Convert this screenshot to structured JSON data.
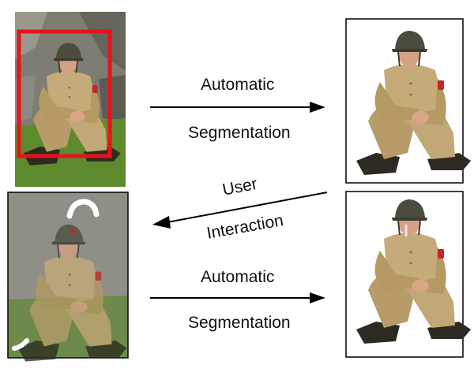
{
  "diagram": {
    "step1_label_top": "Automatic",
    "step1_label_bottom": "Segmentation",
    "step2_label_top": "User",
    "step2_label_bottom": "Interaction",
    "step3_label_top": "Automatic",
    "step3_label_bottom": "Segmentation"
  },
  "colors": {
    "bounding_box": "#e8121b",
    "user_stroke": "#ffffff",
    "user_point": "#e8121b",
    "uniform": "#c2a777",
    "helmet": "#4a4d3e",
    "arrow": "#000000"
  },
  "icons": [
    "soldier-photo",
    "bounding-box",
    "arrow-right",
    "arrow-left",
    "scribble-stroke",
    "click-point"
  ]
}
